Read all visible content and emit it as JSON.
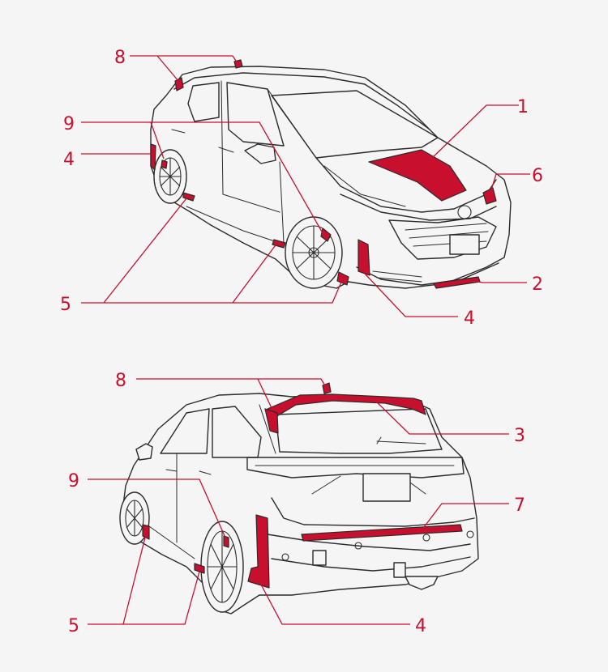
{
  "colors": {
    "accent": "#c8102e",
    "outline": "#2b2b2b",
    "background": "#f5f5f5"
  },
  "front_view": {
    "callouts": [
      "8",
      "9",
      "4",
      "5",
      "1",
      "6",
      "2",
      "4"
    ]
  },
  "rear_view": {
    "callouts": [
      "8",
      "3",
      "9",
      "7",
      "5",
      "4"
    ]
  }
}
